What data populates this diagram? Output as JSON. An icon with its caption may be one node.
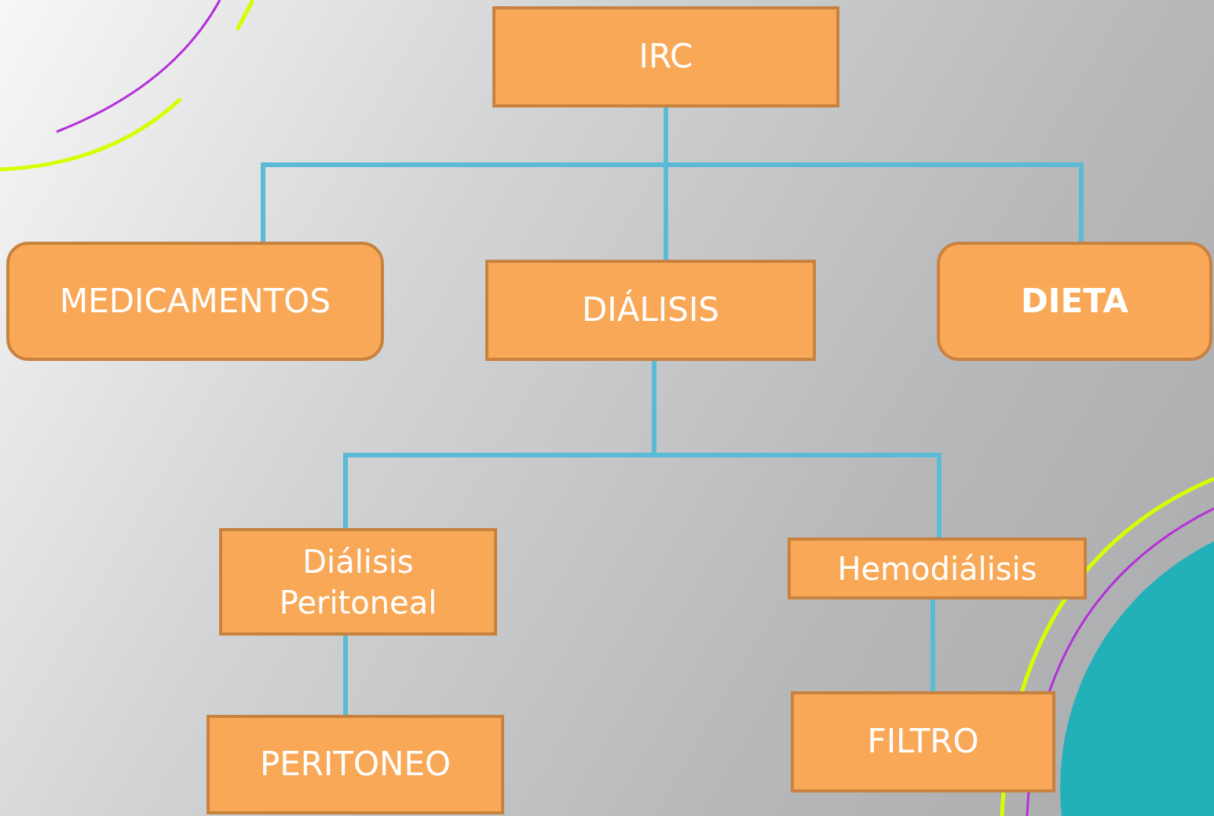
{
  "diagram": {
    "nodes": [
      {
        "text": [
          "IRC"
        ]
      },
      {
        "text": [
          "MEDICAMENTOS"
        ]
      },
      {
        "text": [
          "DIÁLISIS"
        ]
      },
      {
        "text": [
          "DIETA"
        ]
      },
      {
        "text": [
          "Diálisis Peritoneal"
        ]
      },
      {
        "text": [
          "Hemodiálisis"
        ]
      },
      {
        "text": [
          "PERITONEO"
        ]
      },
      {
        "text": [
          "FILTRO"
        ]
      }
    ],
    "edges": [
      {
        "from": 0,
        "to": 1,
        "arrow": "none"
      },
      {
        "from": 0,
        "to": 2,
        "arrow": "none"
      },
      {
        "from": 0,
        "to": 3,
        "arrow": "none"
      },
      {
        "from": 2,
        "to": 4,
        "arrow": "none"
      },
      {
        "from": 2,
        "to": 5,
        "arrow": "none"
      },
      {
        "from": 4,
        "to": 6,
        "arrow": "none"
      },
      {
        "from": 5,
        "to": 7,
        "arrow": "none"
      }
    ]
  }
}
